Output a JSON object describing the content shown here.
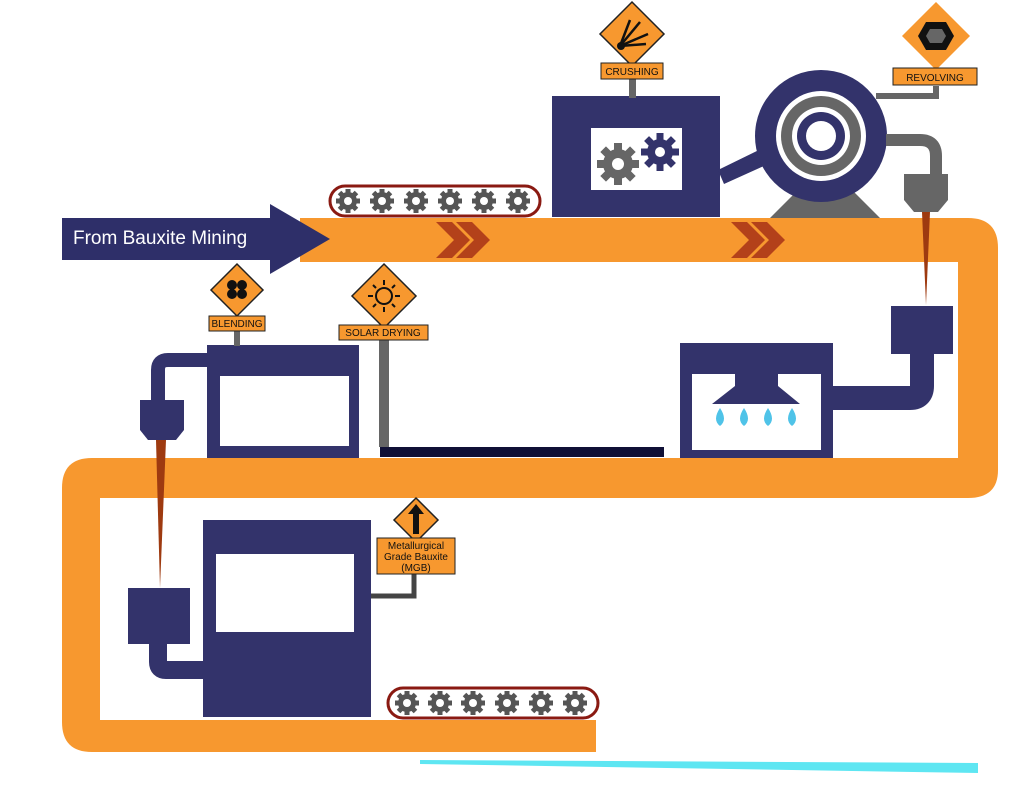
{
  "diagram": {
    "arrow_label": "From Bauxite Mining",
    "stations": {
      "crushing": "CRUSHING",
      "revolving": "REVOLVING",
      "blending": "BLENDING",
      "solar_drying": "SOLAR DRYING",
      "product": [
        "Metallurgical",
        "Grade Bauxite",
        "(MGB)"
      ]
    },
    "colors": {
      "conveyor": "#f7982f",
      "machine": "#33336b",
      "sign": "#f7982f",
      "gear": "#666666",
      "chute": "#9e3a10",
      "water": "#4fc3e8",
      "base_line": "#5ee6f2"
    },
    "icons": [
      "explosion-icon",
      "hexagon-nut-icon",
      "blend-dots-icon",
      "sun-icon",
      "up-arrow-icon",
      "gear-icon",
      "chevron-right-icon"
    ]
  }
}
